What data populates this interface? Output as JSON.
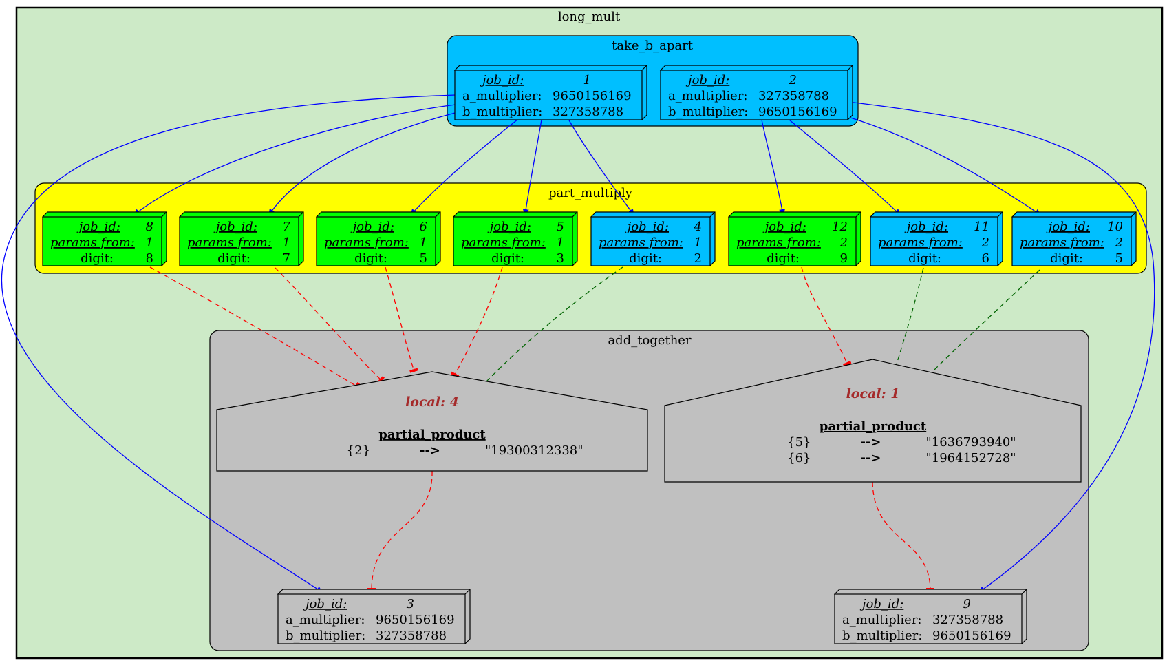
{
  "colors": {
    "outer_fill": "#cdeac7",
    "take_fill": "#00bfff",
    "part_fill": "#ffff00",
    "add_fill": "#c0c0c0",
    "green_node": "#00ff00",
    "blue_node": "#00bfff",
    "gray_node": "#c0c0c0",
    "blue_edge": "#0000ff",
    "red_edge": "#ff0000",
    "green_edge": "#006400",
    "local_text": "#a52a2a"
  },
  "clusters": {
    "outer": "long_mult",
    "take": "take_b_apart",
    "part": "part_multiply",
    "add": "add_together"
  },
  "labels": {
    "job_id": "job_id:",
    "params_from": "params from:",
    "digit": "digit:",
    "a_multiplier": "a_multiplier:",
    "b_multiplier": "b_multiplier:",
    "partial_product": "partial_product",
    "arrow": "-->"
  },
  "take_nodes": [
    {
      "job_id": "1",
      "a_multiplier": "9650156169",
      "b_multiplier": "327358788"
    },
    {
      "job_id": "2",
      "a_multiplier": "327358788",
      "b_multiplier": "9650156169"
    }
  ],
  "part_nodes": [
    {
      "job_id": "8",
      "params_from": "1",
      "digit": "8",
      "color": "green"
    },
    {
      "job_id": "7",
      "params_from": "1",
      "digit": "7",
      "color": "green"
    },
    {
      "job_id": "6",
      "params_from": "1",
      "digit": "5",
      "color": "green"
    },
    {
      "job_id": "5",
      "params_from": "1",
      "digit": "3",
      "color": "green"
    },
    {
      "job_id": "4",
      "params_from": "1",
      "digit": "2",
      "color": "blue"
    },
    {
      "job_id": "12",
      "params_from": "2",
      "digit": "9",
      "color": "green"
    },
    {
      "job_id": "11",
      "params_from": "2",
      "digit": "6",
      "color": "blue"
    },
    {
      "job_id": "10",
      "params_from": "2",
      "digit": "5",
      "color": "blue"
    }
  ],
  "locals": [
    {
      "title": "local: 4",
      "rows": [
        {
          "key": "{2}",
          "value": "\"19300312338\""
        }
      ]
    },
    {
      "title": "local: 1",
      "rows": [
        {
          "key": "{5}",
          "value": "\"1636793940\""
        },
        {
          "key": "{6}",
          "value": "\"1964152728\""
        }
      ]
    }
  ],
  "add_nodes": [
    {
      "job_id": "3",
      "a_multiplier": "9650156169",
      "b_multiplier": "327358788"
    },
    {
      "job_id": "9",
      "a_multiplier": "327358788",
      "b_multiplier": "9650156169"
    }
  ]
}
